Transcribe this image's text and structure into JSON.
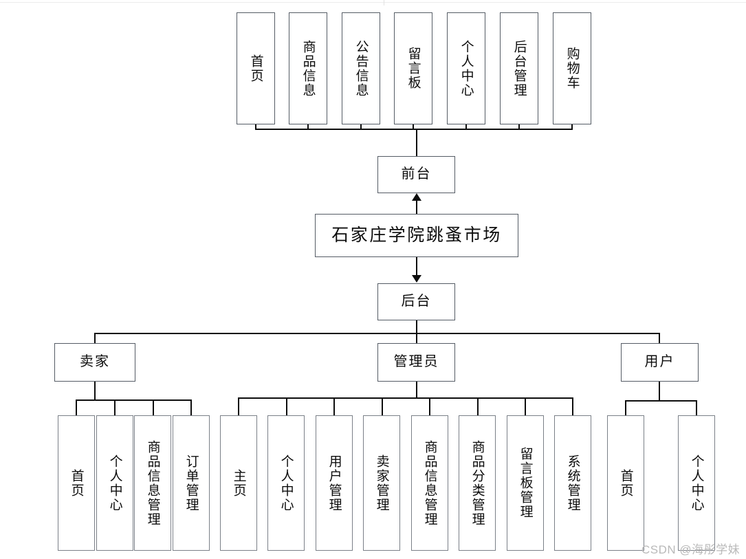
{
  "diagram": {
    "type": "tree",
    "title": "石家庄学院跳蚤市场",
    "root": {
      "label": "石家庄学院跳蚤市场"
    },
    "frontend": {
      "label": "前台",
      "children": [
        {
          "label": "首页"
        },
        {
          "label": "商品信息"
        },
        {
          "label": "公告信息"
        },
        {
          "label": "留言板"
        },
        {
          "label": "个人中心"
        },
        {
          "label": "后台管理"
        },
        {
          "label": "购物车"
        }
      ]
    },
    "backend": {
      "label": "后台",
      "roles": [
        {
          "label": "卖家",
          "children": [
            {
              "label": "首页"
            },
            {
              "label": "个人中心"
            },
            {
              "label": "商品信息管理"
            },
            {
              "label": "订单管理"
            }
          ]
        },
        {
          "label": "管理员",
          "children": [
            {
              "label": "主页"
            },
            {
              "label": "个人中心"
            },
            {
              "label": "用户管理"
            },
            {
              "label": "卖家管理"
            },
            {
              "label": "商品信息管理"
            },
            {
              "label": "商品分类管理"
            },
            {
              "label": "留言板管理"
            },
            {
              "label": "系统管理"
            }
          ]
        },
        {
          "label": "用户",
          "children": [
            {
              "label": "首页"
            },
            {
              "label": "个人中心"
            }
          ]
        }
      ]
    }
  },
  "watermark": {
    "text": "CSDN @海彤学妹"
  },
  "colors": {
    "box_border": "#545b64",
    "connector": "#0d0d0d",
    "background": "#ffffff",
    "watermark": "#b9b9b9"
  }
}
